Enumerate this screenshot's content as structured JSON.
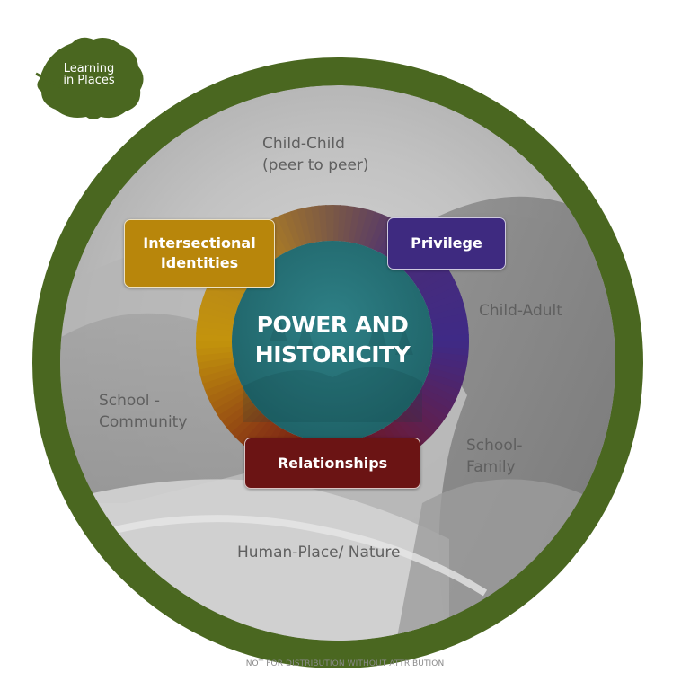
{
  "logo": {
    "line1": "Learning",
    "line2": "in Places"
  },
  "ring_title": "MICRO-MESO-MACRO SYSTEMS",
  "center": {
    "line1": "POWER AND",
    "line2": "HISTORICITY"
  },
  "boxes": {
    "intersectional": {
      "line1": "Intersectional",
      "line2": "Identities",
      "color": "#b8860b"
    },
    "privilege": {
      "text": "Privilege",
      "color": "#3e2a80"
    },
    "relationships": {
      "text": "Relationships",
      "color": "#6b1414"
    }
  },
  "labels": {
    "child_child_1": "Child-Child",
    "child_child_2": "(peer to peer)",
    "child_adult": "Child-Adult",
    "school_community_1": "School -",
    "school_community_2": "Community",
    "school_family_1": "School-",
    "school_family_2": "Family",
    "human_place": "Human-Place/ Nature"
  },
  "footer": "NOT FOR DISTRIBUTION WITHOUT ATTRIBUTION",
  "colors": {
    "outer_ring": "#4a6720",
    "center_teal": "#2f7b80",
    "gold": "#c3940c",
    "purple": "#3f2a86",
    "maroon": "#6e1212"
  }
}
